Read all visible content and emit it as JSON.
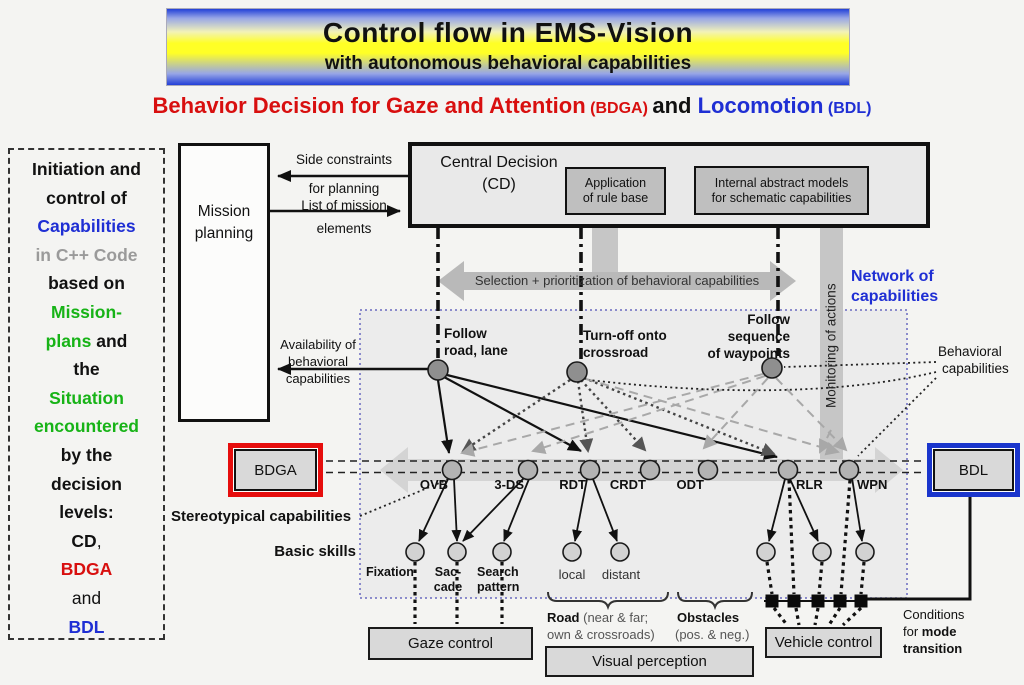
{
  "banner": {
    "title": "Control flow in EMS-Vision",
    "subtitle": "with autonomous behavioral capabilities"
  },
  "heading": {
    "red": "Behavior Decision for Gaze and Attention",
    "red_abbr": "(BDGA)",
    "and": " and ",
    "blue": "Locomotion",
    "blue_abbr": "(BDL)"
  },
  "left_panel": {
    "l1": "Initiation and",
    "l2": "control of",
    "l3": "Capabilities",
    "l4": "in C++ Code",
    "l5": "based on",
    "l6": "Mission-",
    "l7a": "plans",
    "l7b": " and",
    "l8": "the",
    "l9": "Situation",
    "l10": "encountered",
    "l11": "by the",
    "l12": "decision",
    "l13": "levels:",
    "l14a": "CD",
    "l14b": ",",
    "l15": "BDGA",
    "l16": "and",
    "l17": "BDL"
  },
  "mission_box": {
    "label": "Mission planning"
  },
  "io_arrows": {
    "side_l1": "Side constraints",
    "side_l2": "for planning",
    "list_l1": "List of mission",
    "list_l2": "elements",
    "avail_l1": "Availability of",
    "avail_l2": "behavioral",
    "avail_l3": "capabilities"
  },
  "cd_box": {
    "title": "Central Decision",
    "abbr": "(CD)",
    "rule_l1": "Application",
    "rule_l2": "of rule base",
    "models_l1": "Internal abstract models",
    "models_l2": "for schematic capabilities"
  },
  "selection_arrow": {
    "label": "Selection + prioritization of behavioral capabilities"
  },
  "monitoring_bar": {
    "label": "Monitoring of actions"
  },
  "network": {
    "l1": "Network of",
    "l2": "capabilities"
  },
  "behavioral": {
    "l1": "Behavioral",
    "l2": "capabilities"
  },
  "upper_nodes": {
    "follow_road_l1": "Follow",
    "follow_road_l2": "road, lane",
    "turn_off_l1": "Turn-off onto",
    "turn_off_l2": "crossroad",
    "follow_seq_l1": "Follow",
    "follow_seq_l2": "sequence",
    "follow_seq_l3": "of waypoints"
  },
  "mid_nodes": {
    "ovb": "OVB",
    "ds3": "3-DS",
    "rdt": "RDT",
    "crdt": "CRDT",
    "odt": "ODT",
    "rlr": "RLR",
    "wpn": "WPN"
  },
  "decision_units": {
    "bdga": "BDGA",
    "bdl": "BDL"
  },
  "row_labels": {
    "stereotypical": "Stereotypical capabilities",
    "basic_skills": "Basic skills"
  },
  "skills": {
    "fixation": "Fixation",
    "saccade_l1": "Sac-",
    "saccade_l2": "cade",
    "search_l1": "Search",
    "search_l2": "pattern",
    "local": "local",
    "distant": "distant"
  },
  "perception_groups": {
    "road_name": "Road",
    "road_detail_l1": " (near & far;",
    "road_detail_l2": "own & crossroads)",
    "obstacles_name": "Obstacles",
    "obstacles_detail": "(pos. & neg.)"
  },
  "bottom_boxes": {
    "gaze": "Gaze control",
    "visual": "Visual perception",
    "vehicle": "Vehicle control"
  },
  "conditions": {
    "l1": "Conditions",
    "l2_pre": "for ",
    "l2_bold": "mode",
    "l3": "transition"
  },
  "colors": {
    "heading_red": "#d80f0f",
    "heading_blue": "#1f2fd4",
    "green": "#17b317",
    "code_gray": "#9a9a9a",
    "banner_yellow": "#ffff26",
    "banner_blue": "#2240d8",
    "bdga_border": "#e60d0d",
    "bdl_border": "#1a35cc",
    "network_border": "#6a6ac0",
    "box_gray": "#d9d9d9",
    "node_gray": "#b3b3b3"
  }
}
